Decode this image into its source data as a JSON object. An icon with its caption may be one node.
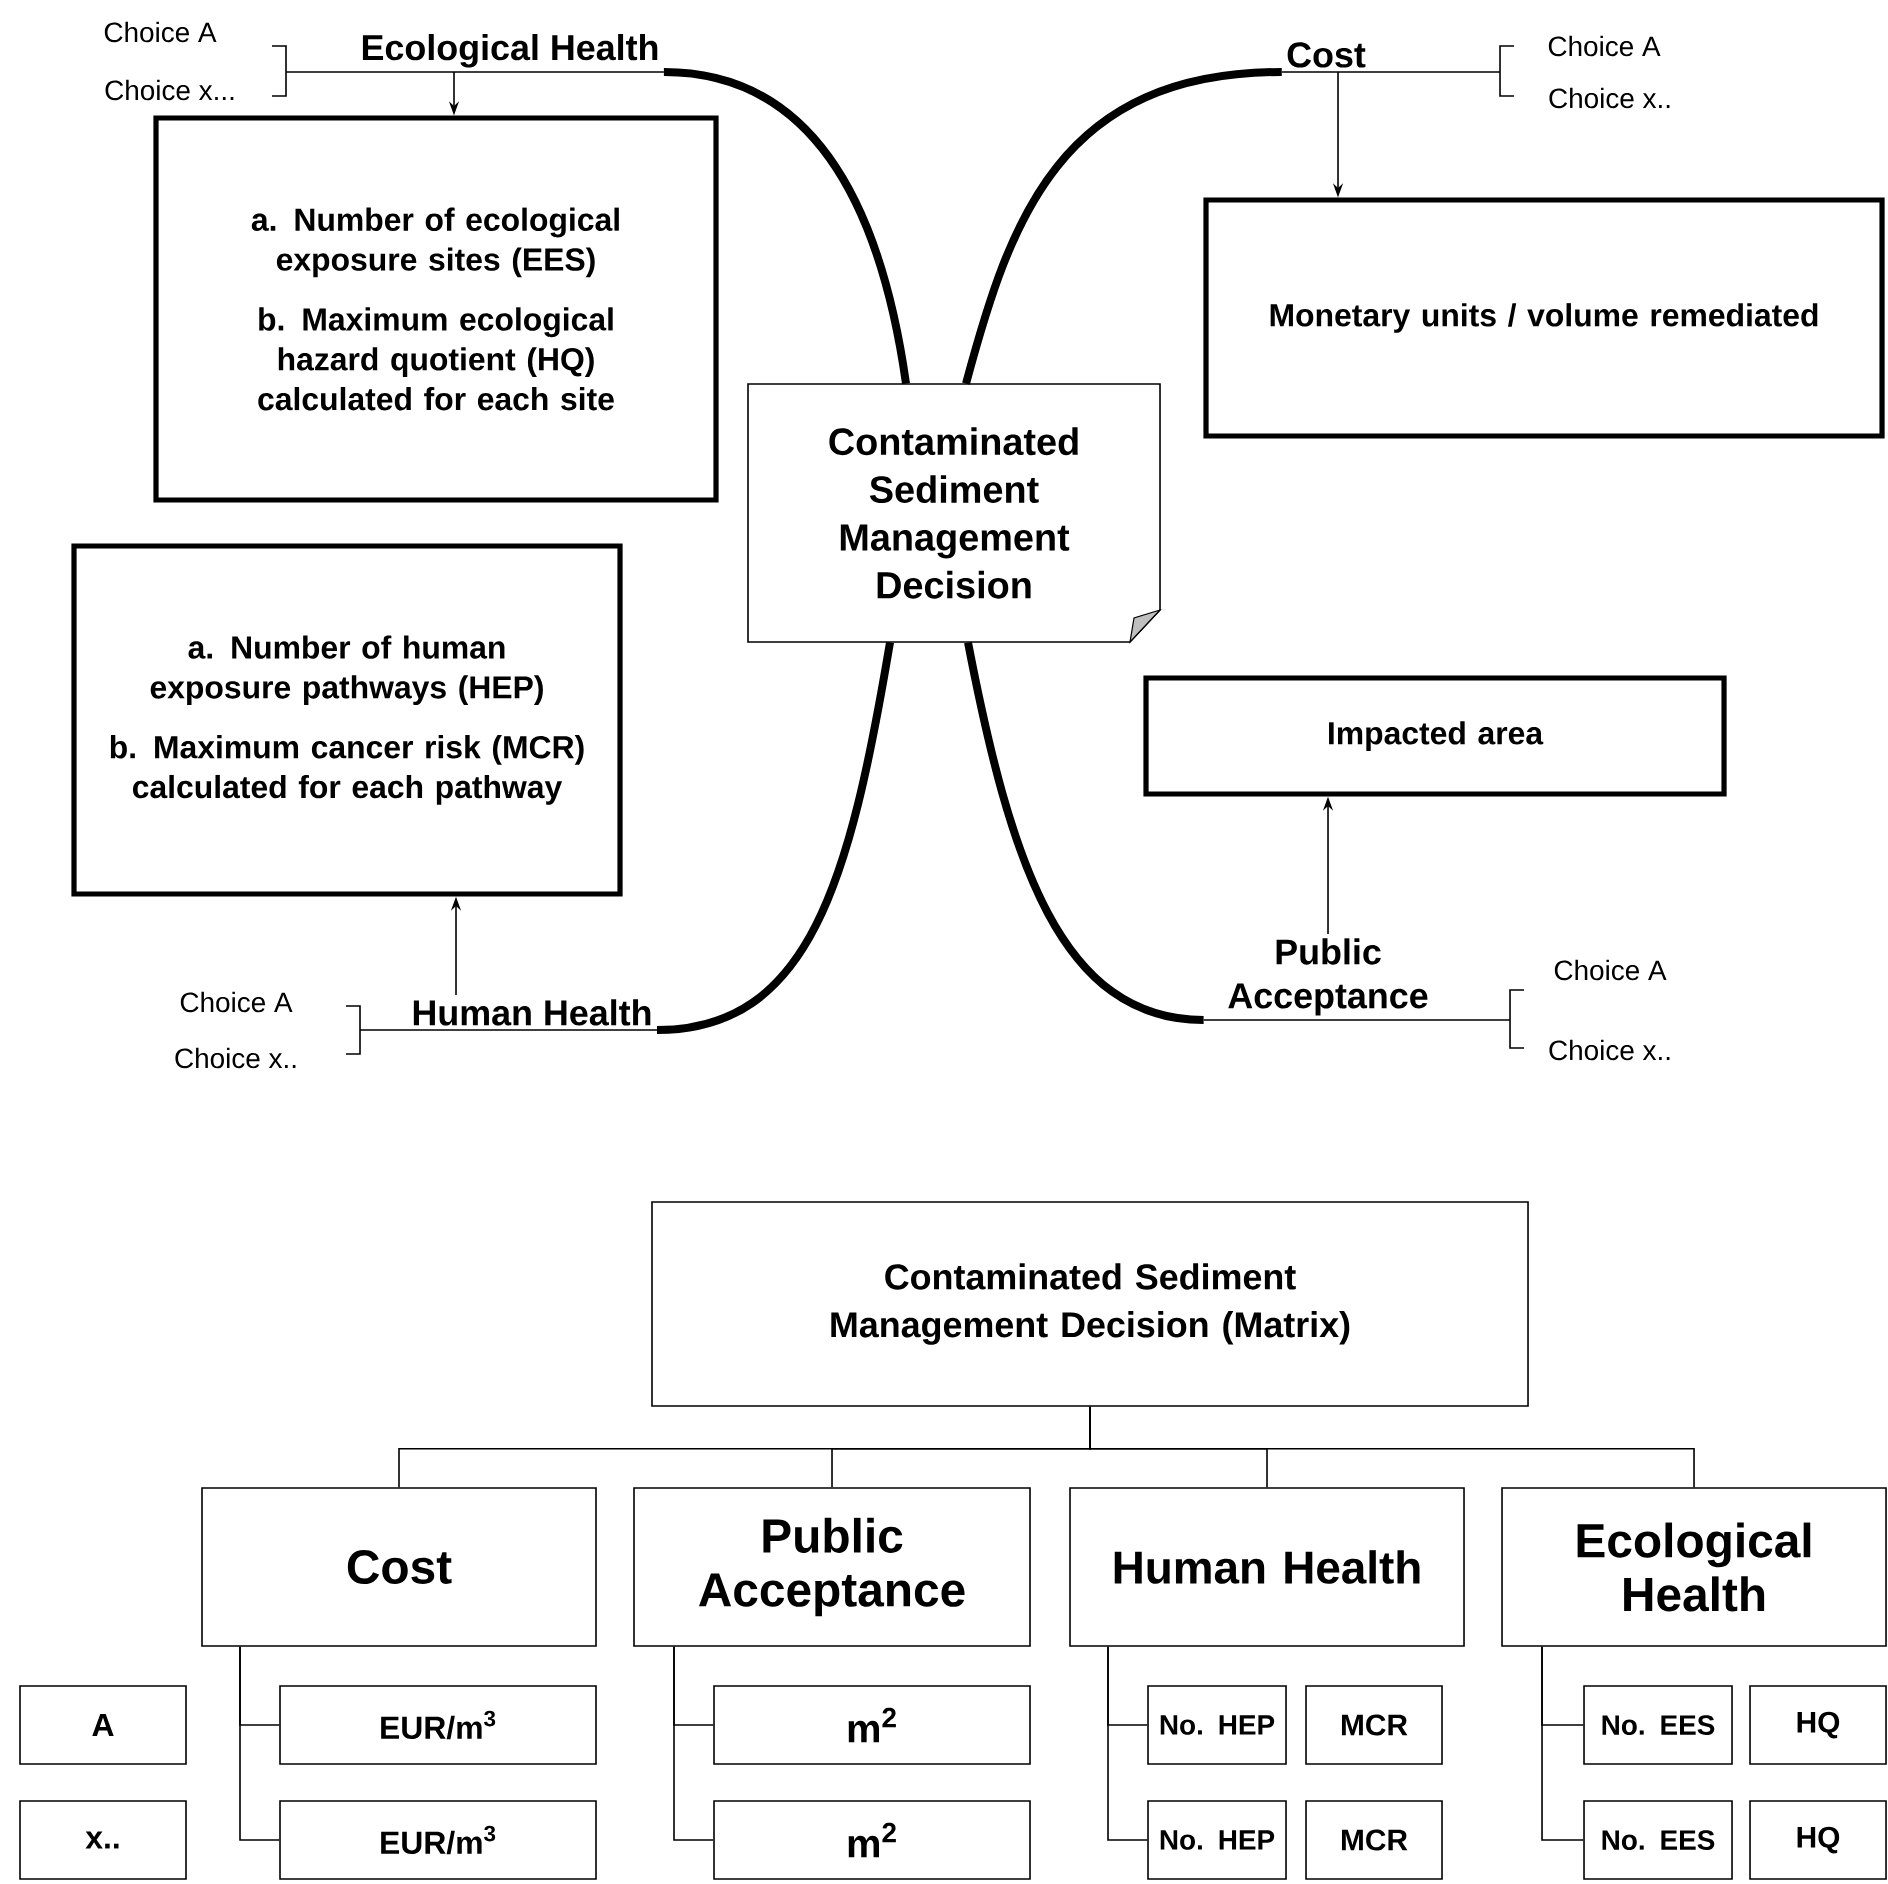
{
  "diagram": {
    "nodes": [
      {
        "text": [
          "Contaminated Sediment Management Decision"
        ]
      },
      {
        "text": [
          "Ecological Health"
        ]
      },
      {
        "text": [
          "Cost"
        ]
      },
      {
        "text": [
          "Human Health"
        ]
      },
      {
        "text": [
          "Public Acceptance"
        ]
      },
      {
        "text": [
          "a. Number of ecological exposure sites (EES)",
          "b. Maximum ecological hazard quotient (HQ) calculated for each site"
        ]
      },
      {
        "text": [
          "Monetary units / volume remediated"
        ]
      },
      {
        "text": [
          "a. Number of human exposure pathways (HEP)",
          "b. Maximum cancer risk (MCR) calculated for each pathway"
        ]
      },
      {
        "text": [
          "Impacted area"
        ]
      },
      {
        "text": [
          "Contaminated Sediment Management Decision (Matrix)"
        ]
      },
      {
        "text": [
          "Cost"
        ]
      },
      {
        "text": [
          "Public Acceptance"
        ]
      },
      {
        "text": [
          "Human Health"
        ]
      },
      {
        "text": [
          "Ecological Health"
        ]
      },
      {
        "text": [
          "A"
        ]
      },
      {
        "text": [
          "EUR/m$^{3}$"
        ]
      },
      {
        "text": [
          "m$^{2}$"
        ]
      },
      {
        "text": [
          "No. HEP"
        ]
      },
      {
        "text": [
          "MCR"
        ]
      },
      {
        "text": [
          "No. EES"
        ]
      },
      {
        "text": [
          "HQ"
        ]
      },
      {
        "text": [
          "x.."
        ]
      },
      {
        "text": [
          "EUR/m$^{3}$"
        ]
      },
      {
        "text": [
          "m$^{2}$"
        ]
      },
      {
        "text": [
          "No. HEP"
        ]
      },
      {
        "text": [
          "MCR"
        ]
      },
      {
        "text": [
          "No. EES"
        ]
      },
      {
        "text": [
          "HQ"
        ]
      }
    ],
    "edges": [
      {
        "from": 0,
        "to": 1,
        "arrow": "none",
        "style": "thick"
      },
      {
        "from": 0,
        "to": 2,
        "arrow": "none",
        "style": "thick"
      },
      {
        "from": 0,
        "to": 3,
        "arrow": "none",
        "style": "thick"
      },
      {
        "from": 0,
        "to": 4,
        "arrow": "none",
        "style": "thick"
      },
      {
        "from": 1,
        "to": 5,
        "arrow": "to"
      },
      {
        "from": 2,
        "to": 6,
        "arrow": "to"
      },
      {
        "from": 3,
        "to": 7,
        "arrow": "to"
      },
      {
        "from": 4,
        "to": 8,
        "arrow": "to"
      },
      {
        "from": 9,
        "to": 10,
        "arrow": "none"
      },
      {
        "from": 9,
        "to": 11,
        "arrow": "none"
      },
      {
        "from": 9,
        "to": 12,
        "arrow": "none"
      },
      {
        "from": 9,
        "to": 13,
        "arrow": "none"
      },
      {
        "from": 10,
        "to": 15,
        "arrow": "none"
      },
      {
        "from": 10,
        "to": 22,
        "arrow": "none"
      },
      {
        "from": 11,
        "to": 16,
        "arrow": "none"
      },
      {
        "from": 11,
        "to": 23,
        "arrow": "none"
      },
      {
        "from": 12,
        "to": 17,
        "arrow": "none"
      },
      {
        "from": 12,
        "to": 24,
        "arrow": "none"
      },
      {
        "from": 13,
        "to": 19,
        "arrow": "none"
      },
      {
        "from": 13,
        "to": 26,
        "arrow": "none"
      }
    ],
    "labels": [
      "Choice A",
      "Choice x...",
      "Choice A",
      "Choice x..",
      "Choice A",
      "Choice x..",
      "Choice A",
      "Choice x.."
    ]
  }
}
